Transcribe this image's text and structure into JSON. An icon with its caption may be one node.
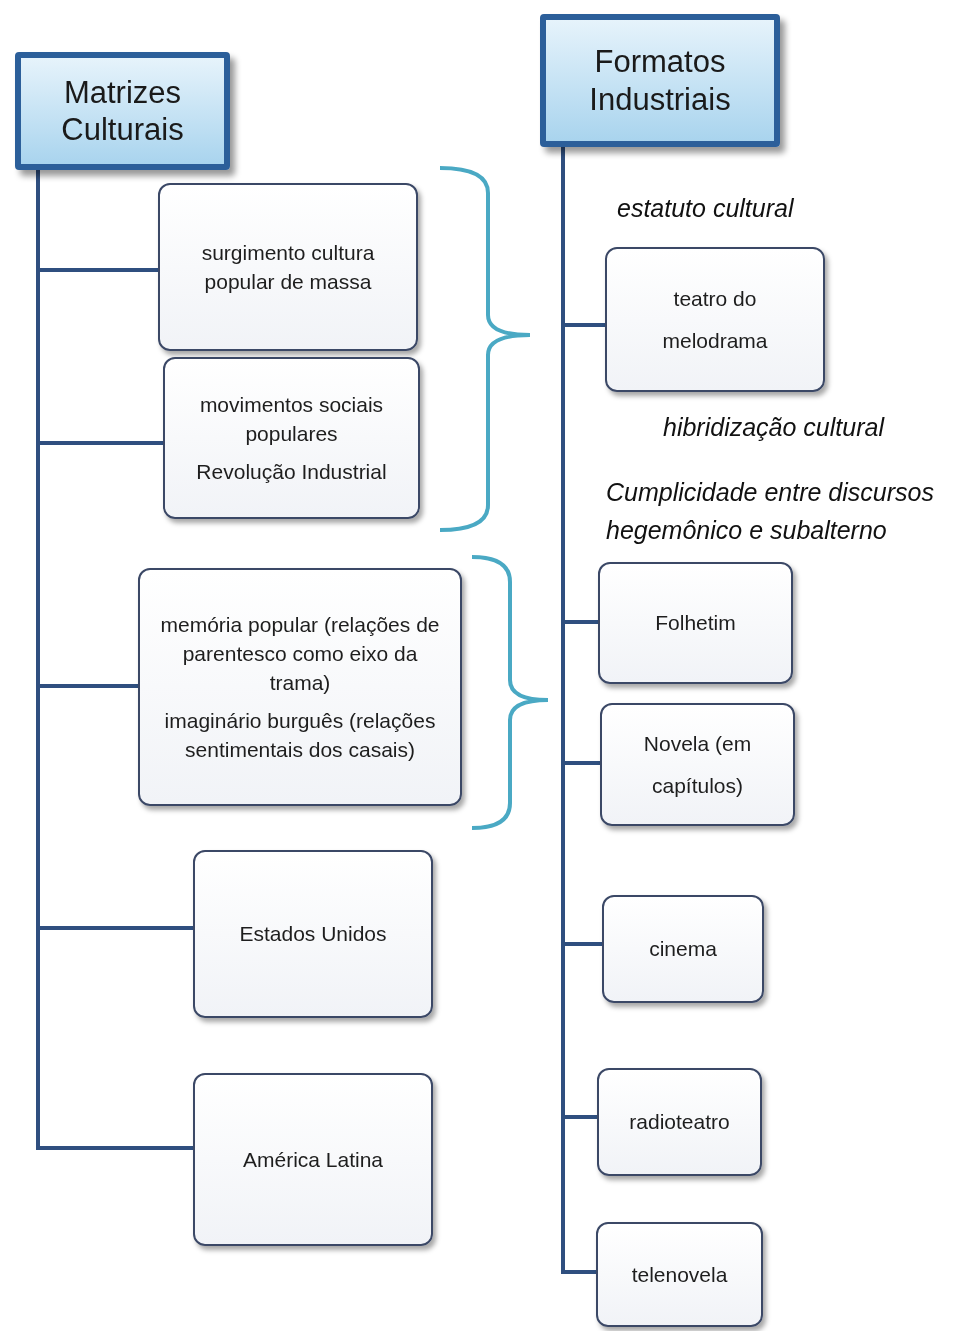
{
  "diagram": {
    "nodes": [
      {
        "text": [
          "Matrizes Culturais"
        ]
      },
      {
        "text": [
          "surgimento cultura popular de massa"
        ]
      },
      {
        "text": [
          "movimentos sociais populares",
          "Revolução Industrial"
        ]
      },
      {
        "text": [
          "memória popular (relações de parentesco como eixo da trama)",
          "imaginário burguês (relações sentimentais dos casais)"
        ]
      },
      {
        "text": [
          "Estados Unidos"
        ]
      },
      {
        "text": [
          "América Latina"
        ]
      },
      {
        "text": [
          "Formatos Industriais"
        ]
      },
      {
        "text": [
          "teatro do melodrama"
        ]
      },
      {
        "text": [
          "Folhetim"
        ]
      },
      {
        "text": [
          "Novela (em capítulos)"
        ]
      },
      {
        "text": [
          "cinema"
        ]
      },
      {
        "text": [
          "radioteatro"
        ]
      },
      {
        "text": [
          "telenovela"
        ]
      }
    ],
    "edges": [
      {
        "from": 0,
        "to": 1,
        "arrow": "none"
      },
      {
        "from": 0,
        "to": 2,
        "arrow": "none"
      },
      {
        "from": 0,
        "to": 3,
        "arrow": "none"
      },
      {
        "from": 0,
        "to": 4,
        "arrow": "none"
      },
      {
        "from": 0,
        "to": 5,
        "arrow": "none"
      },
      {
        "from": 6,
        "to": 7,
        "arrow": "none"
      },
      {
        "from": 6,
        "to": 8,
        "arrow": "none"
      },
      {
        "from": 6,
        "to": 9,
        "arrow": "none"
      },
      {
        "from": 6,
        "to": 10,
        "arrow": "none"
      },
      {
        "from": 6,
        "to": 11,
        "arrow": "none"
      },
      {
        "from": 6,
        "to": 12,
        "arrow": "none"
      }
    ],
    "labels": [
      "estatuto cultural",
      "hibridização cultural",
      "Cumplicidade entre discursos hegemônico e subalterno"
    ]
  }
}
